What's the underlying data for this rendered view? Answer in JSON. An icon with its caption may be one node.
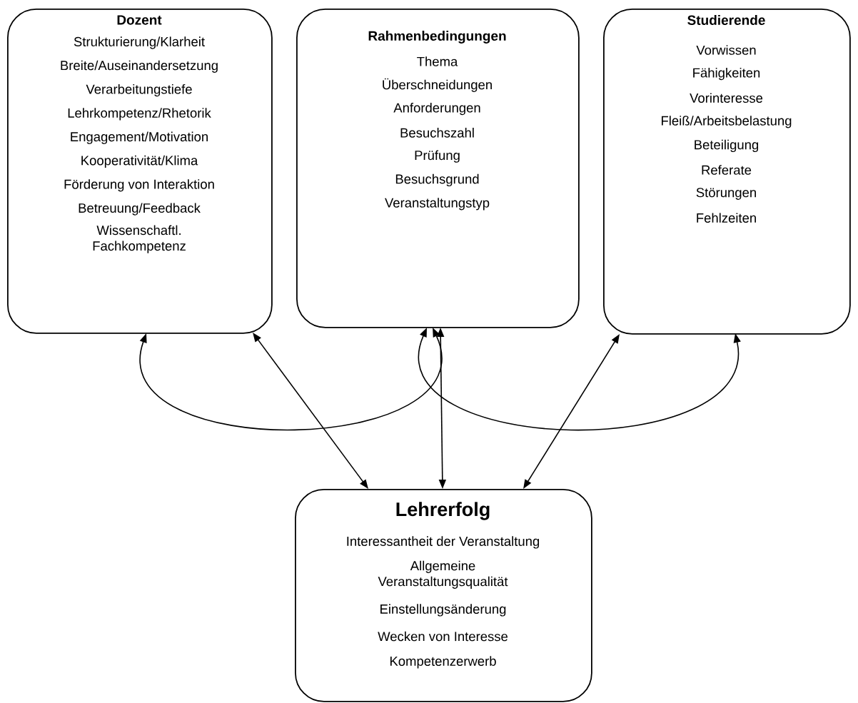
{
  "diagram": {
    "nodes": [
      {
        "text": [
          "Dozent",
          "Strukturierung/Klarheit",
          "Breite/Auseinandersetzung",
          "Verarbeitungstiefe",
          "Lehrkompetenz/Rhetorik",
          "Engagement/Motivation",
          "Kooperativität/Klima",
          "Förderung von Interaktion",
          "Betreuung/Feedback",
          "Wissenschaftl. Fachkompetenz"
        ]
      },
      {
        "text": [
          "Rahmenbedingungen",
          "Thema",
          "Überschneidungen",
          "Anforderungen",
          "Besuchszahl",
          "Prüfung",
          "Besuchsgrund",
          "Veranstaltungstyp"
        ]
      },
      {
        "text": [
          "Studierende",
          "Vorwissen",
          "Fähigkeiten",
          "Vorinteresse",
          "Fleiß/Arbeitsbelastung",
          "Beteiligung",
          "Referate",
          "Störungen",
          "Fehlzeiten"
        ]
      },
      {
        "text": [
          "Lehrerfolg",
          "Interessantheit der Veranstaltung",
          "Allgemeine Veranstaltungsqualität",
          "Einstellungsänderung",
          "Wecken von Interesse",
          "Kompetenzerwerb"
        ]
      }
    ],
    "edges": [
      {
        "from": 0,
        "to": 3,
        "arrow": "both"
      },
      {
        "from": 1,
        "to": 3,
        "arrow": "both"
      },
      {
        "from": 2,
        "to": 3,
        "arrow": "both"
      },
      {
        "from": 0,
        "to": 1,
        "arrow": "both"
      },
      {
        "from": 1,
        "to": 2,
        "arrow": "both"
      }
    ]
  }
}
